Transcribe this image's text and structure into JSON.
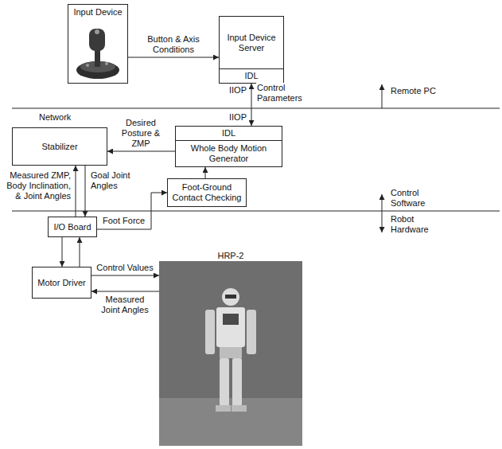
{
  "diagram": {
    "nodes": [
      {
        "text": [
          "Input Device"
        ]
      },
      {
        "text": [
          "Input Device Server",
          "IDL"
        ]
      },
      {
        "text": [
          "Stabilizer"
        ]
      },
      {
        "text": [
          "IDL",
          "Whole Body Motion Generator"
        ]
      },
      {
        "text": [
          "Foot-Ground Contact Checking"
        ]
      },
      {
        "text": [
          "I/O Board"
        ]
      },
      {
        "text": [
          "Motor Driver"
        ]
      },
      {
        "text": [
          "HRP-2"
        ]
      }
    ],
    "edges": [
      {
        "from": 0,
        "to": 1,
        "label": "Button & Axis Conditions",
        "arrow": "to"
      },
      {
        "from": 1,
        "to": 3,
        "label": "Control Parameters",
        "arrow": "both"
      },
      {
        "from": 3,
        "to": 2,
        "label": "Desired Posture & ZMP",
        "arrow": "to"
      },
      {
        "from": 5,
        "to": 2,
        "label": "Measured ZMP, Body Inclination, & Joint Angles",
        "arrow": "to"
      },
      {
        "from": 2,
        "to": 5,
        "label": "Goal Joint Angles",
        "arrow": "to"
      },
      {
        "from": 5,
        "to": 4,
        "label": "Foot Force",
        "arrow": "to"
      },
      {
        "from": 4,
        "to": 3,
        "arrow": "to"
      },
      {
        "from": 5,
        "to": 6,
        "arrow": "to"
      },
      {
        "from": 6,
        "to": 5,
        "arrow": "to"
      },
      {
        "from": 6,
        "to": 7,
        "label": "Control Values",
        "arrow": "to"
      },
      {
        "from": 7,
        "to": 6,
        "label": "Measured Joint Angles",
        "arrow": "to"
      }
    ],
    "labels": [
      "IIOP",
      "IIOP",
      "Remote PC",
      "Network",
      "Control Software",
      "Robot Hardware"
    ]
  }
}
